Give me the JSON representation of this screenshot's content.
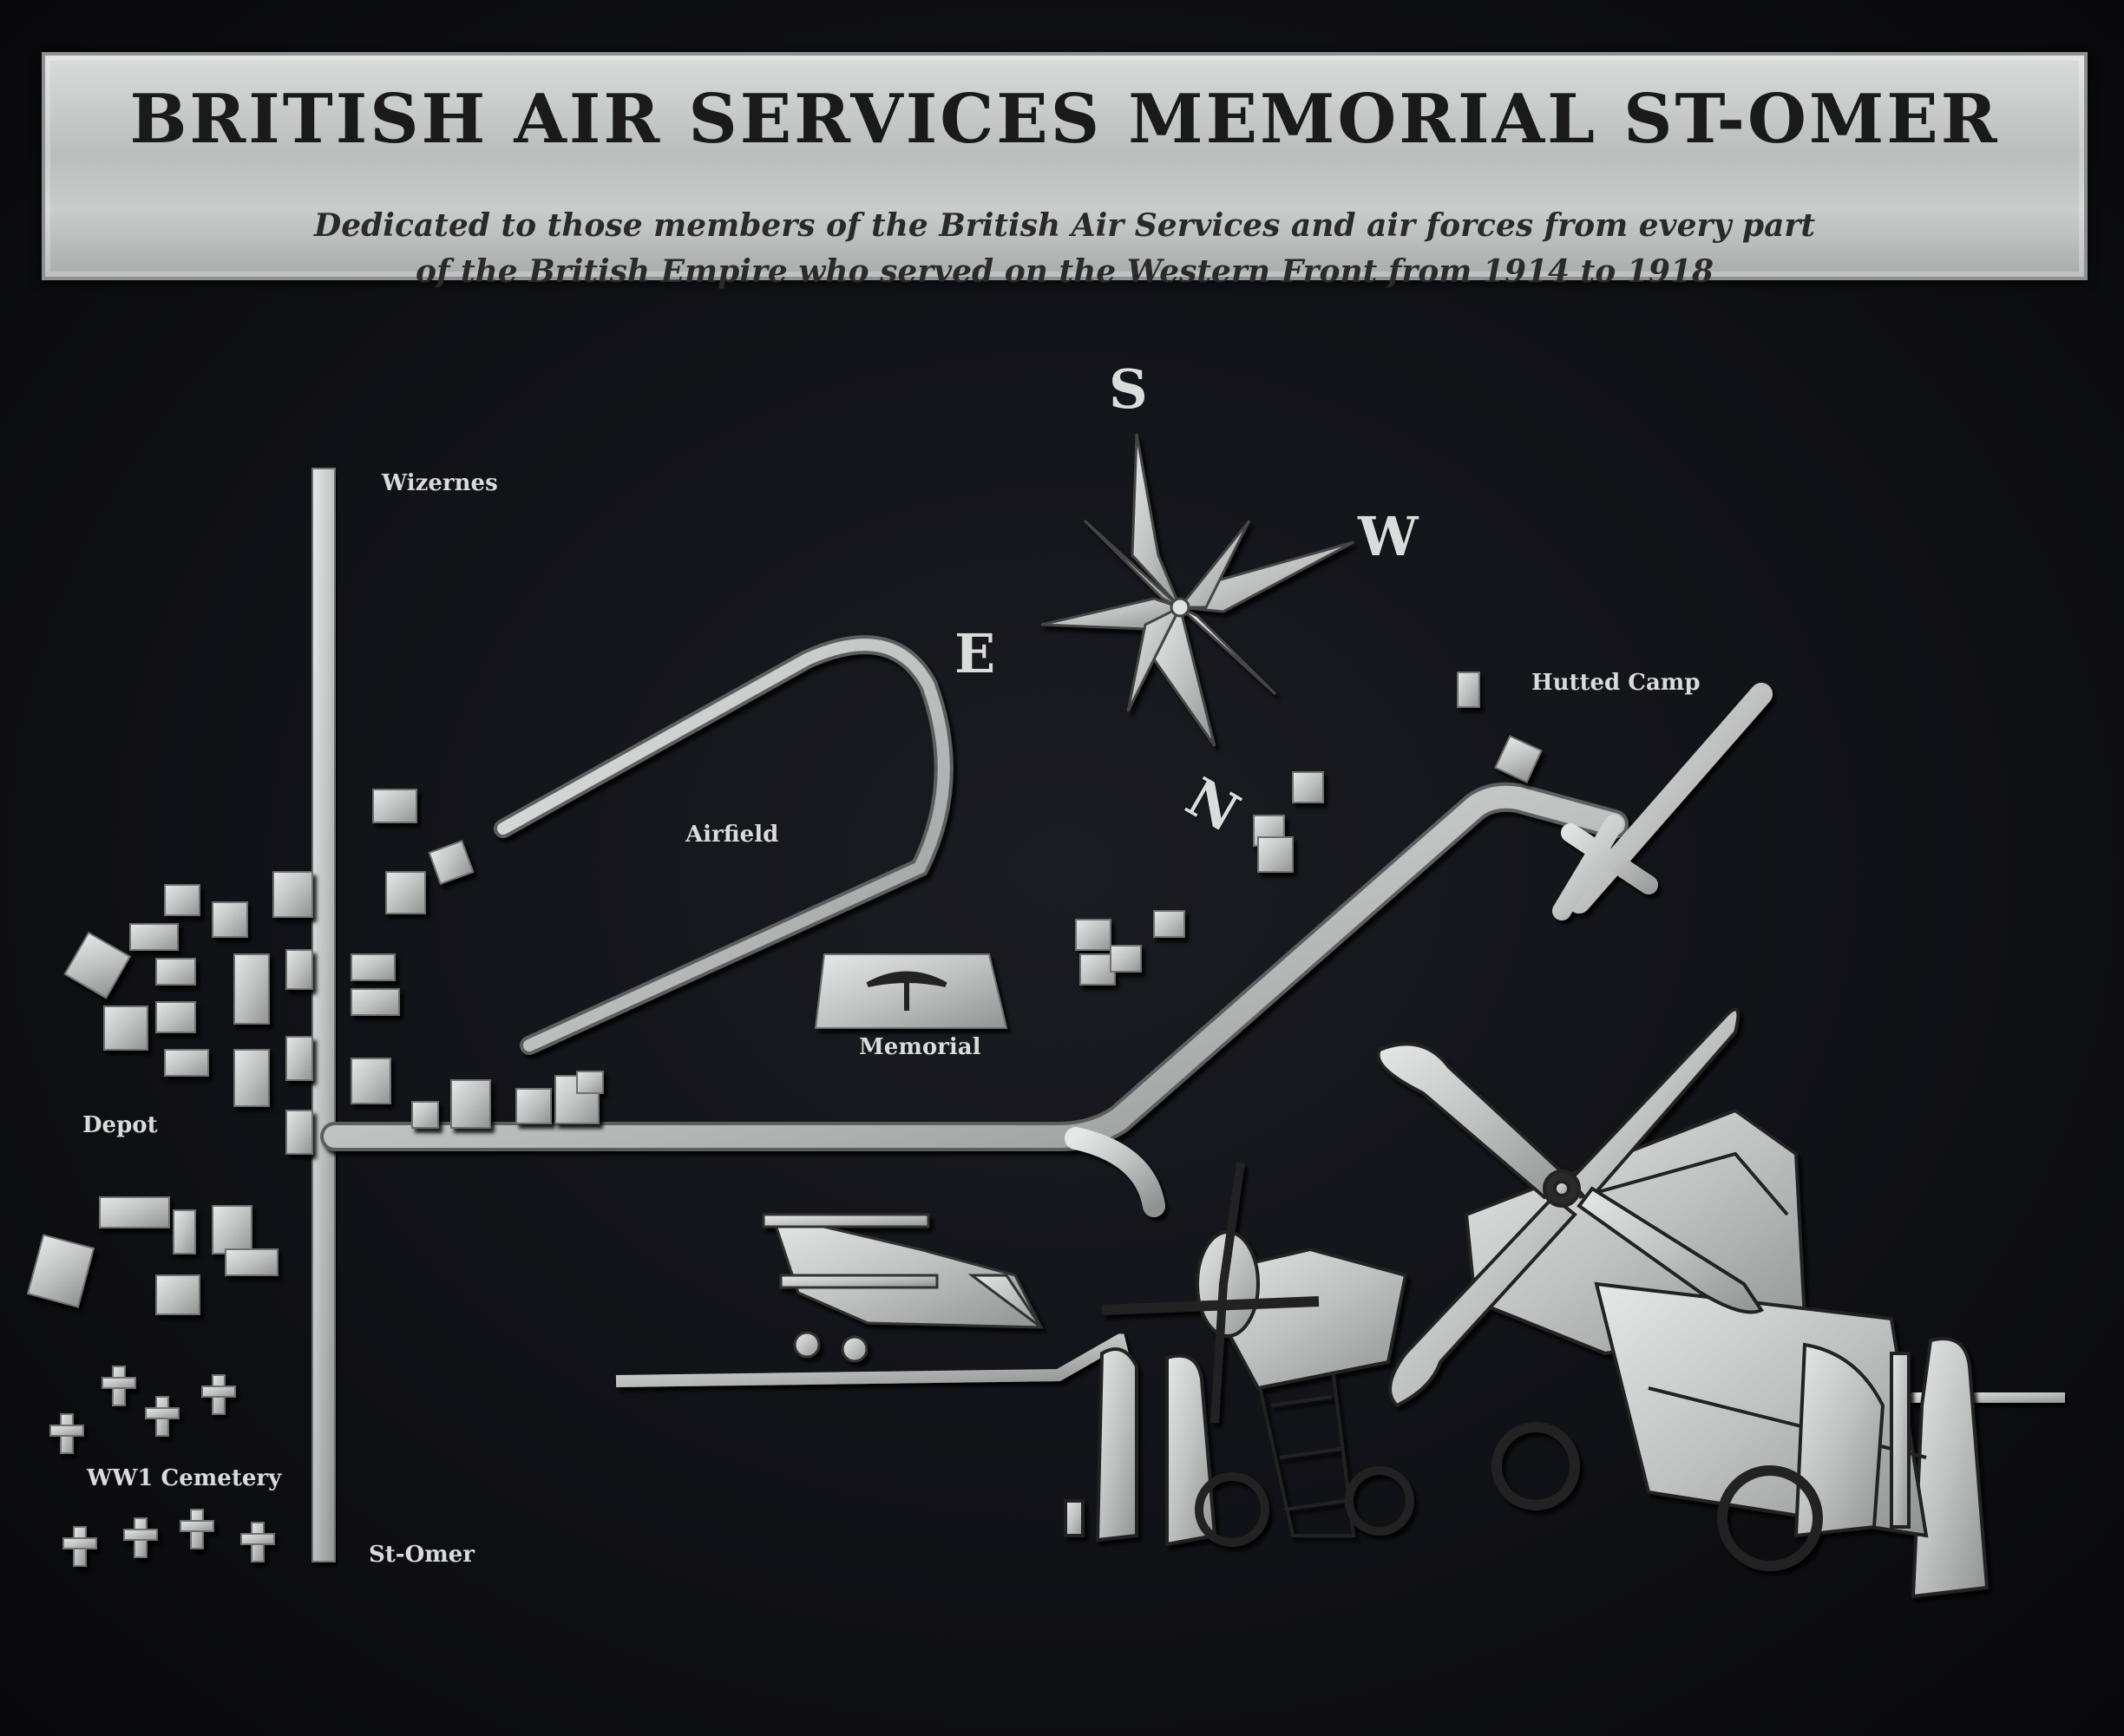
{
  "plaque": {
    "title": "BRITISH AIR SERVICES MEMORIAL ST-OMER",
    "subtitle_line1": "Dedicated to those members of the British Air Services and air forces from every part",
    "subtitle_line2": "of the British Empire who served on the Western Front from 1914 to 1918"
  },
  "map": {
    "labels": {
      "wizernes": "Wizernes",
      "airfield": "Airfield",
      "hutted_camp": "Hutted Camp",
      "memorial": "Memorial",
      "depot": "Depot",
      "cemetery": "WW1 Cemetery",
      "st_omer": "St-Omer"
    },
    "compass": {
      "north": "N",
      "south": "S",
      "east": "E",
      "west": "W"
    }
  },
  "colors": {
    "background": "#111217",
    "metal": "#c9cccb",
    "metal_shadow": "#5c5f60",
    "plate": "#c4c7c6"
  }
}
